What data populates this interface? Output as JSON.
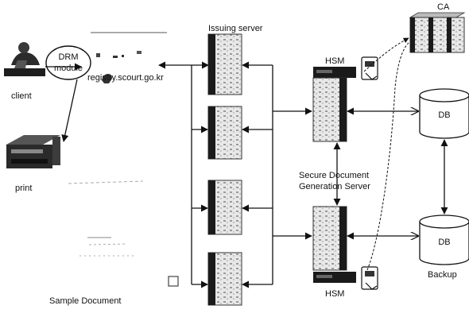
{
  "labels": {
    "client": "client",
    "drm_module": [
      "DRM",
      "module"
    ],
    "registry": "registry.scourt.go.kr",
    "print": "print",
    "sample_document": "Sample Document",
    "issuing_server": "Issuing server",
    "hsm_top": "HSM",
    "hsm_bottom": "HSM",
    "secure_generation_server": [
      "Secure Document",
      "Generation Server"
    ],
    "ca": "CA",
    "db_top": "DB",
    "db_bottom": "DB",
    "backup": "Backup"
  },
  "issuing_servers_count": 4
}
